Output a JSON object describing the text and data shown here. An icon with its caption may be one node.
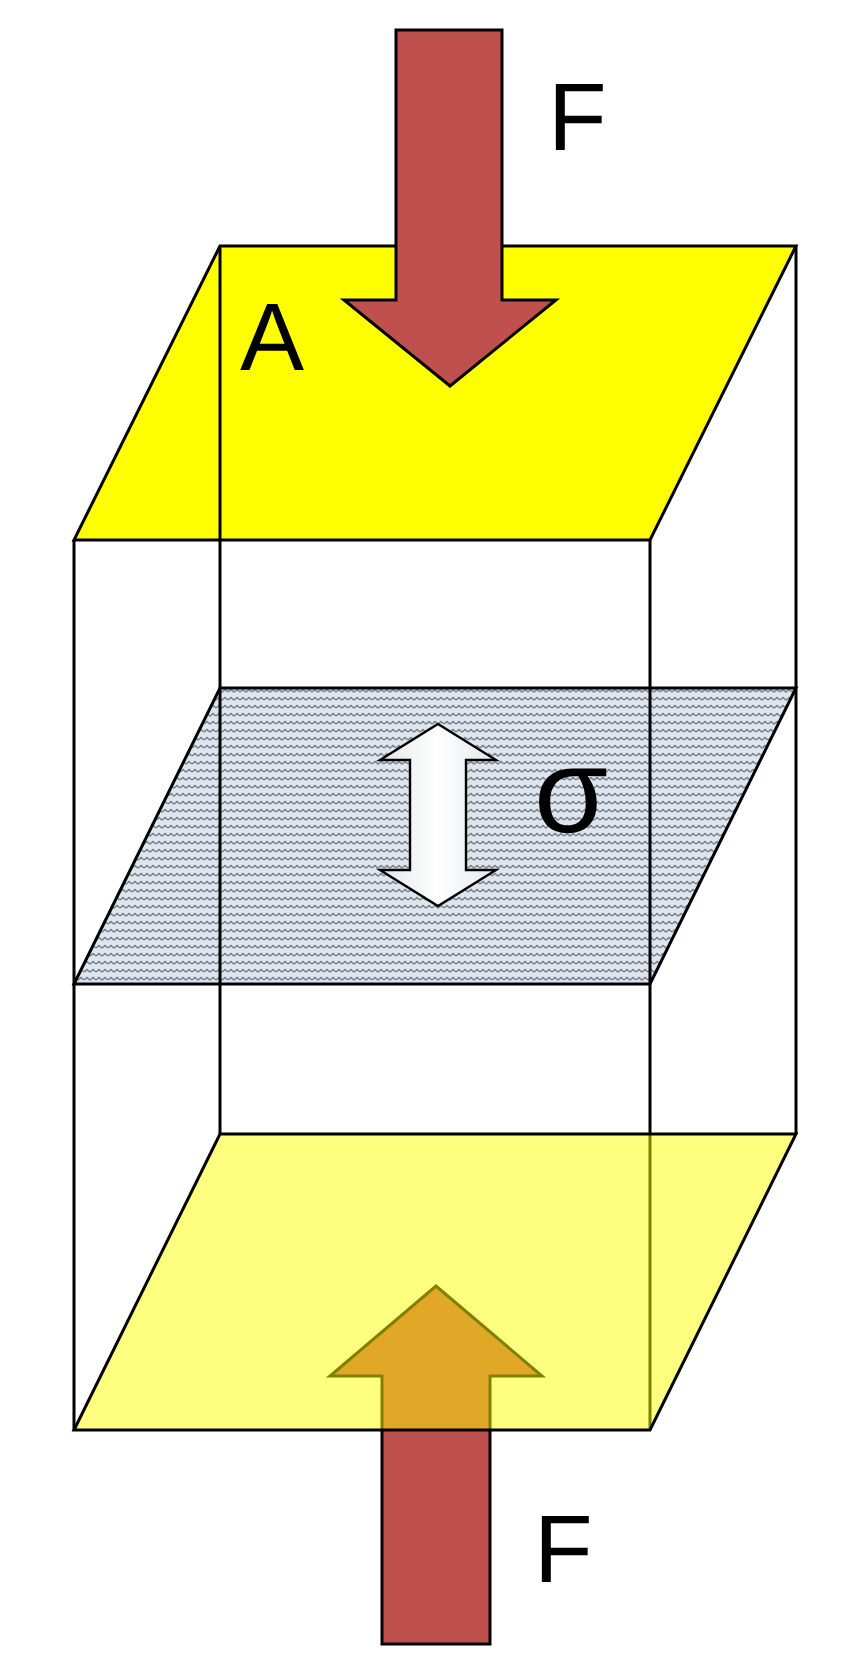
{
  "diagram": {
    "labels": [
      "F",
      "A",
      "σ",
      "F"
    ]
  }
}
